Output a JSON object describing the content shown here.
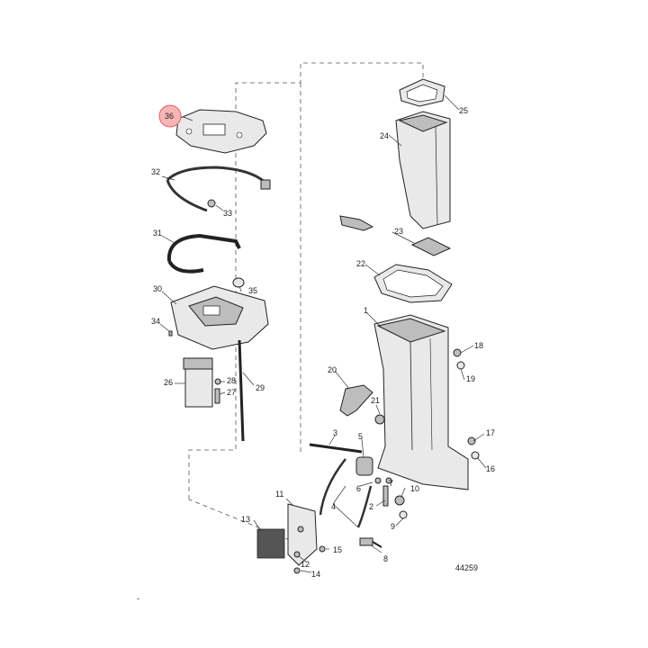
{
  "diagram": {
    "drawing_number": "44259",
    "highlighted_callout": "36",
    "callouts": [
      "1",
      "2",
      "3",
      "4",
      "5",
      "6",
      "7",
      "8",
      "9",
      "10",
      "11",
      "12",
      "13",
      "14",
      "15",
      "16",
      "17",
      "18",
      "19",
      "20",
      "21",
      "22",
      "23",
      "24",
      "25",
      "26",
      "27",
      "28",
      "29",
      "30",
      "31",
      "32",
      "33",
      "34",
      "35",
      "36"
    ],
    "colors": {
      "highlight_fill": "#f7b6b6",
      "highlight_stroke": "#e06060",
      "line": "#222222"
    }
  }
}
